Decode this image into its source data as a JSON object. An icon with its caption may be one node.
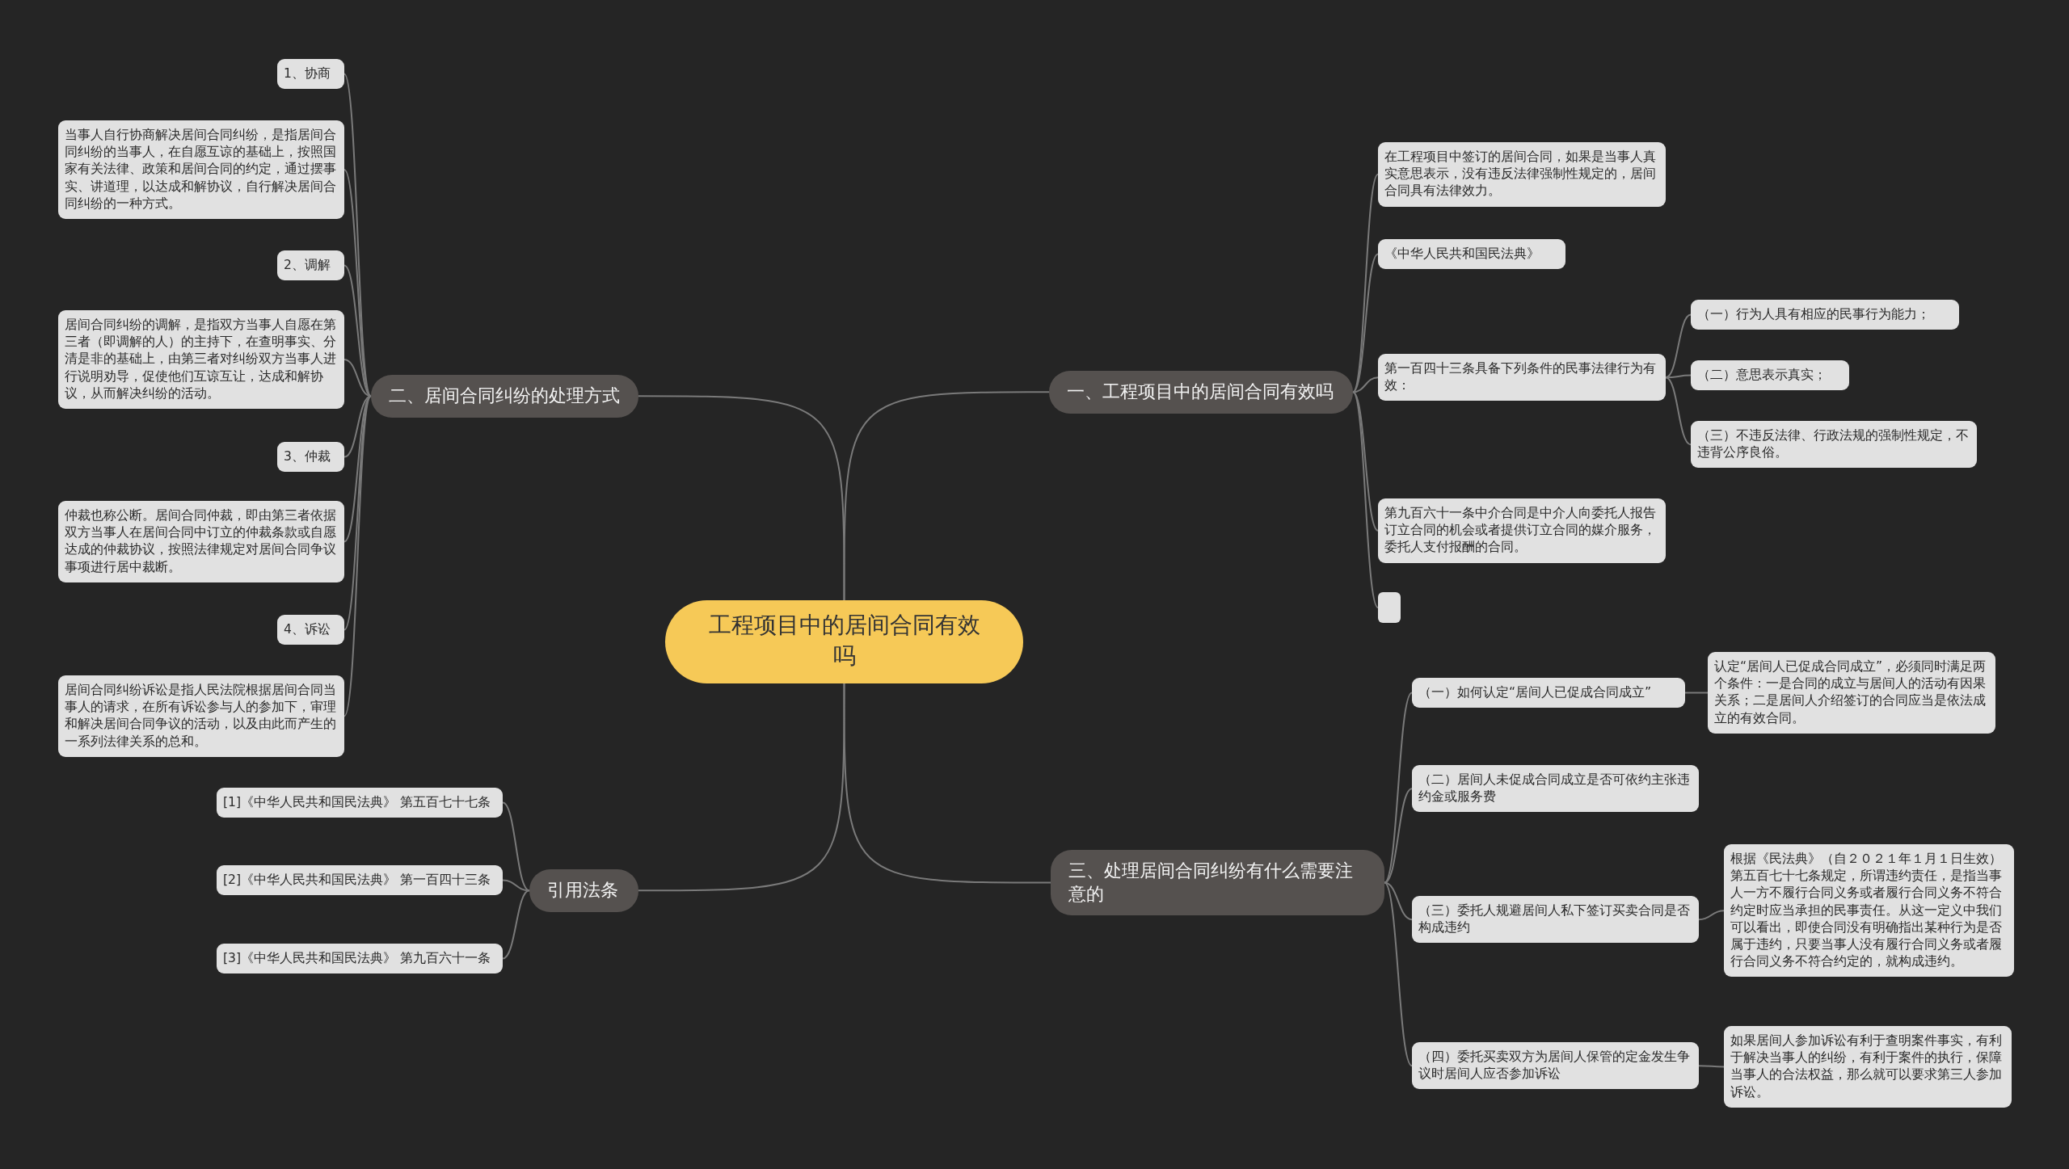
{
  "diagram": {
    "nodes": [
      {
        "text": [
          "工程项目中的居间合同有效吗"
        ]
      },
      {
        "text": [
          "一、工程项目中的居间合同有效吗"
        ]
      },
      {
        "text": [
          "在工程项目中签订的居间合同，如果是当事人真实意思表示，没有违反法律强制性规定的，居间合同具有法律效力。"
        ]
      },
      {
        "text": [
          "《中华人民共和国民法典》"
        ]
      },
      {
        "text": [
          "第一百四十三条具备下列条件的民事法律行为有效："
        ]
      },
      {
        "text": [
          "（一）行为人具有相应的民事行为能力；"
        ]
      },
      {
        "text": [
          "（二）意思表示真实；"
        ]
      },
      {
        "text": [
          "（三）不违反法律、行政法规的强制性规定，不违背公序良俗。"
        ]
      },
      {
        "text": [
          "第九百六十一条中介合同是中介人向委托人报告订立合同的机会或者提供订立合同的媒介服务，委托人支付报酬的合同。"
        ]
      },
      {
        "text": [],
        "shape": "box"
      },
      {
        "text": [
          "三、处理居间合同纠纷有什么需要注意的"
        ]
      },
      {
        "text": [
          "（一）如何认定“居间人已促成合同成立”"
        ]
      },
      {
        "text": [
          "认定“居间人已促成合同成立”，必须同时满足两个条件：一是合同的成立与居间人的活动有因果关系；二是居间人介绍签订的合同应当是依法成立的有效合同。"
        ]
      },
      {
        "text": [
          "（二）居间人未促成合同成立是否可依约主张违约金或服务费"
        ]
      },
      {
        "text": [
          "（三）委托人规避居间人私下签订买卖合同是否构成违约"
        ]
      },
      {
        "text": [
          "根据《民法典》（自２０２１年１月１日生效）第五百七十七条规定，所谓违约责任，是指当事人一方不履行合同义务或者履行合同义务不符合约定时应当承担的民事责任。从这一定义中我们可以看出，即使合同没有明确指出某种行为是否属于违约，只要当事人没有履行合同义务或者履行合同义务不符合约定的，就构成违约。"
        ]
      },
      {
        "text": [
          "（四）委托买卖双方为居间人保管的定金发生争议时居间人应否参加诉讼"
        ]
      },
      {
        "text": [
          "如果居间人参加诉讼有利于查明案件事实，有利于解决当事人的纠纷，有利于案件的执行，保障当事人的合法权益，那么就可以要求第三人参加诉讼。"
        ]
      },
      {
        "text": [
          "二、居间合同纠纷的处理方式"
        ]
      },
      {
        "text": [
          "1、协商"
        ]
      },
      {
        "text": [
          "当事人自行协商解决居间合同纠纷，是指居间合同纠纷的当事人，在自愿互谅的基础上，按照国家有关法律、政策和居间合同的约定，通过摆事实、讲道理，以达成和解协议，自行解决居间合同纠纷的一种方式。"
        ]
      },
      {
        "text": [
          "2、调解"
        ]
      },
      {
        "text": [
          "居间合同纠纷的调解，是指双方当事人自愿在第三者（即调解的人）的主持下，在查明事实、分清是非的基础上，由第三者对纠纷双方当事人进行说明劝导，促使他们互谅互让，达成和解协议，从而解决纠纷的活动。"
        ]
      },
      {
        "text": [
          "3、仲裁"
        ]
      },
      {
        "text": [
          "仲裁也称公断。居间合同仲裁，即由第三者依据双方当事人在居间合同中订立的仲裁条款或自愿达成的仲裁协议，按照法律规定对居间合同争议事项进行居中裁断。"
        ]
      },
      {
        "text": [
          "4、诉讼"
        ]
      },
      {
        "text": [
          "居间合同纠纷诉讼是指人民法院根据居间合同当事人的请求，在所有诉讼参与人的参加下，审理和解决居间合同争议的活动，以及由此而产生的一系列法律关系的总和。"
        ]
      },
      {
        "text": [
          "引用法条"
        ]
      },
      {
        "text": [
          "[1]《中华人民共和国民法典》 第五百七十七条"
        ]
      },
      {
        "text": [
          "[2]《中华人民共和国民法典》 第一百四十三条"
        ]
      },
      {
        "text": [
          "[3]《中华人民共和国民法典》 第九百六十一条"
        ]
      }
    ],
    "edges": [
      {
        "from": 0,
        "to": 1,
        "arrow": "none"
      },
      {
        "from": 1,
        "to": 2,
        "arrow": "none"
      },
      {
        "from": 1,
        "to": 3,
        "arrow": "none"
      },
      {
        "from": 1,
        "to": 4,
        "arrow": "none"
      },
      {
        "from": 4,
        "to": 5,
        "arrow": "none"
      },
      {
        "from": 4,
        "to": 6,
        "arrow": "none"
      },
      {
        "from": 4,
        "to": 7,
        "arrow": "none"
      },
      {
        "from": 1,
        "to": 8,
        "arrow": "none"
      },
      {
        "from": 1,
        "to": 9,
        "arrow": "none"
      },
      {
        "from": 0,
        "to": 10,
        "arrow": "none"
      },
      {
        "from": 10,
        "to": 11,
        "arrow": "none"
      },
      {
        "from": 11,
        "to": 12,
        "arrow": "none"
      },
      {
        "from": 10,
        "to": 13,
        "arrow": "none"
      },
      {
        "from": 10,
        "to": 14,
        "arrow": "none"
      },
      {
        "from": 14,
        "to": 15,
        "arrow": "none"
      },
      {
        "from": 10,
        "to": 16,
        "arrow": "none"
      },
      {
        "from": 16,
        "to": 17,
        "arrow": "none"
      },
      {
        "from": 0,
        "to": 18,
        "arrow": "none"
      },
      {
        "from": 18,
        "to": 19,
        "arrow": "none"
      },
      {
        "from": 18,
        "to": 20,
        "arrow": "none"
      },
      {
        "from": 18,
        "to": 21,
        "arrow": "none"
      },
      {
        "from": 18,
        "to": 22,
        "arrow": "none"
      },
      {
        "from": 18,
        "to": 23,
        "arrow": "none"
      },
      {
        "from": 18,
        "to": 24,
        "arrow": "none"
      },
      {
        "from": 18,
        "to": 25,
        "arrow": "none"
      },
      {
        "from": 18,
        "to": 26,
        "arrow": "none"
      },
      {
        "from": 0,
        "to": 27,
        "arrow": "none"
      },
      {
        "from": 27,
        "to": 28,
        "arrow": "none"
      },
      {
        "from": 27,
        "to": 29,
        "arrow": "none"
      },
      {
        "from": 27,
        "to": 30,
        "arrow": "none"
      }
    ]
  }
}
